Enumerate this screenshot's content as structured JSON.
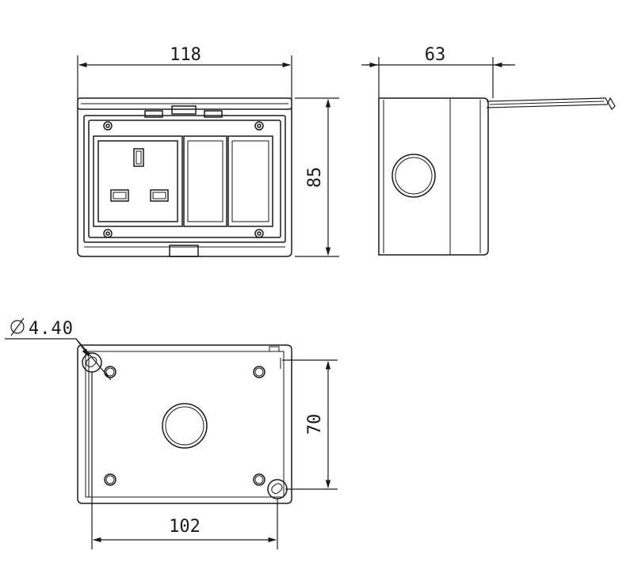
{
  "dimensions": {
    "front_width": "118",
    "side_depth": "63",
    "front_height": "85",
    "hole_diameter": "4.40",
    "back_hole_spacing_vertical": "70",
    "back_hole_spacing_horizontal": "102"
  },
  "symbols": {
    "diameter_symbol": "Ø"
  },
  "colors": {
    "line": "#1a1a1a",
    "background": "#ffffff"
  }
}
